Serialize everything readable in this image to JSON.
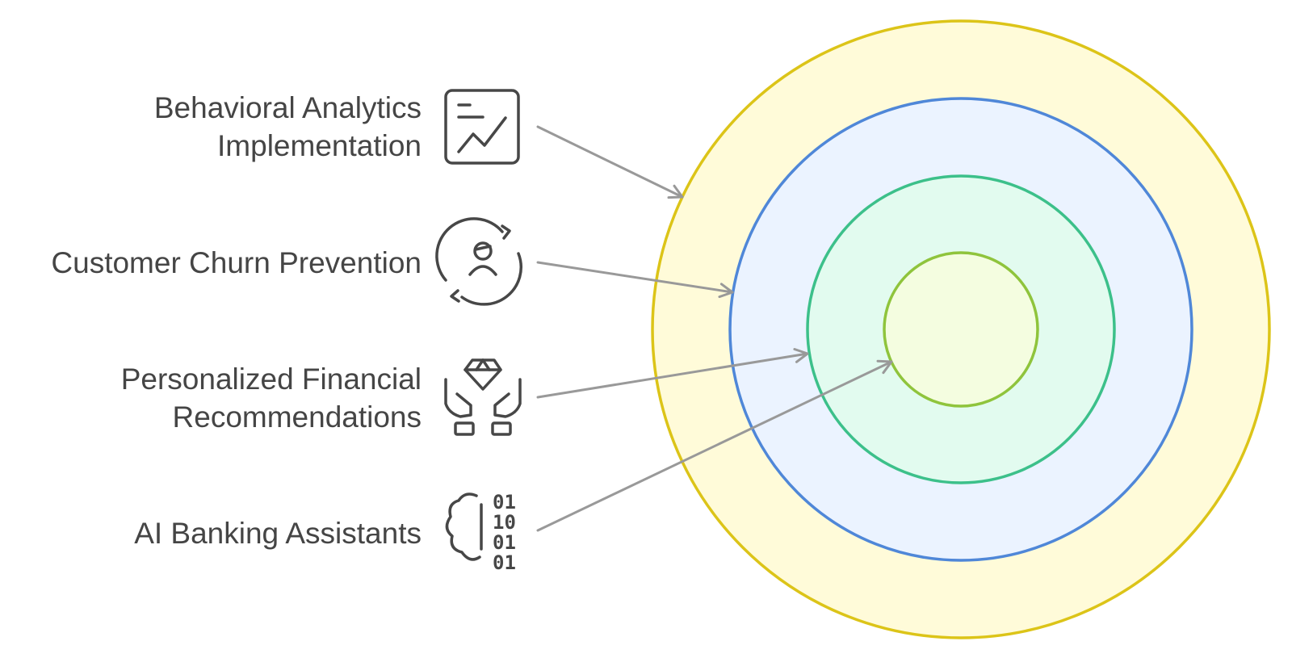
{
  "items": [
    {
      "lines": [
        "Behavioral Analytics",
        "Implementation"
      ],
      "icon": "chart-trend-icon"
    },
    {
      "lines": [
        "Customer Churn Prevention"
      ],
      "icon": "customer-cycle-icon"
    },
    {
      "lines": [
        "Personalized Financial",
        "Recommendations"
      ],
      "icon": "diamond-hands-icon"
    },
    {
      "lines": [
        "AI Banking Assistants"
      ],
      "icon": "brain-binary-icon"
    }
  ],
  "rings": [
    {
      "name": "outer",
      "fill": "#fffbd9",
      "stroke": "#dcc418"
    },
    {
      "name": "second",
      "fill": "#ebf3ff",
      "stroke": "#4f87d8"
    },
    {
      "name": "third",
      "fill": "#e2fbef",
      "stroke": "#3cc08a"
    },
    {
      "name": "inner",
      "fill": "#f4fde0",
      "stroke": "#8fc43c"
    }
  ],
  "colors": {
    "text": "#454545",
    "icon": "#474747",
    "arrow": "#999999"
  },
  "binary": {
    "row1": "01",
    "row2": "10",
    "row3": "01",
    "row4": "01"
  }
}
